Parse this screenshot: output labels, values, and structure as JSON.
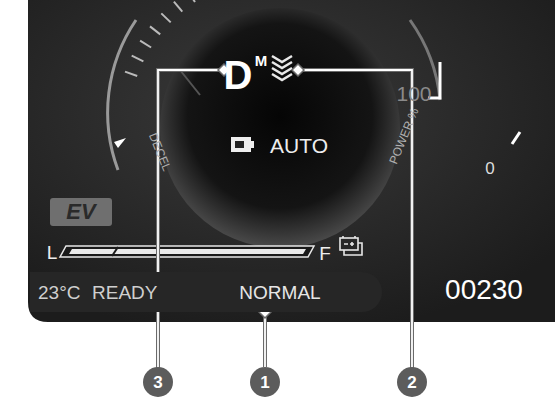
{
  "diagram": {
    "nodes": [
      {
        "text": [
          "EV"
        ]
      },
      {
        "text": [
          "23°C",
          "READY",
          "NORMAL"
        ]
      },
      {
        "text": [
          "3"
        ]
      },
      {
        "text": [
          "1"
        ]
      },
      {
        "text": [
          "2"
        ]
      }
    ],
    "edges": [
      {
        "from": 3,
        "to": 1,
        "arrow": "none"
      }
    ],
    "labels": [
      "D",
      "M",
      "AUTO",
      "DECEL",
      "POWER %",
      "100",
      "0",
      "L",
      "F",
      "00230"
    ]
  }
}
